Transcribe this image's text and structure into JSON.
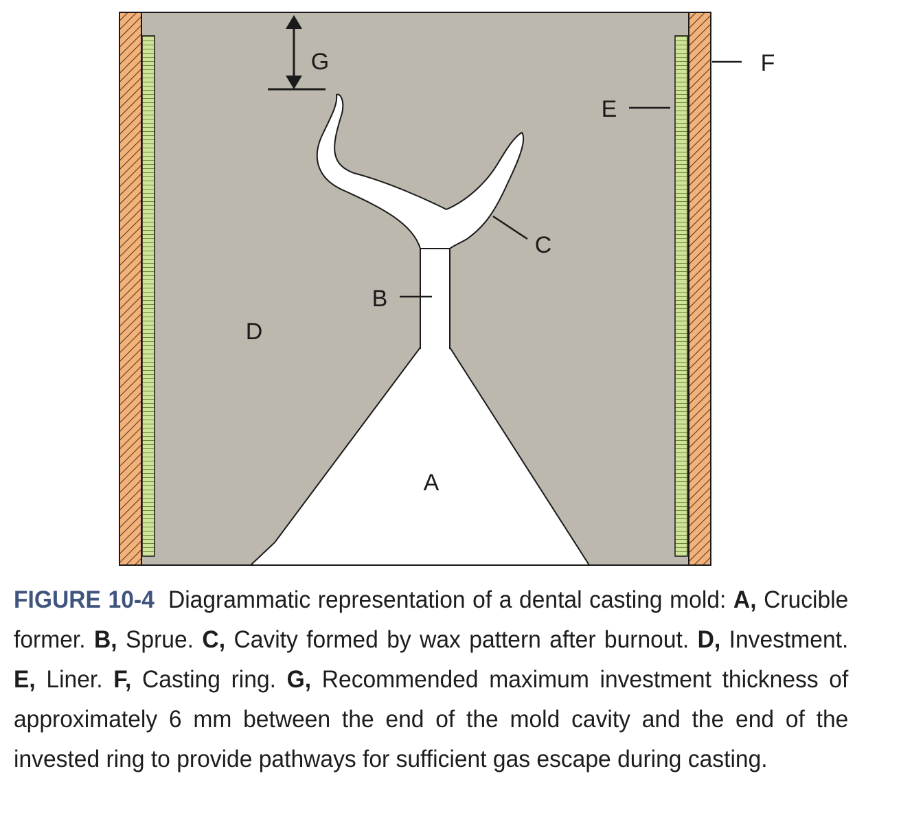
{
  "diagram": {
    "colors": {
      "investment": "#bdb8ae",
      "ring": "#f3b27a",
      "ring_hatch": "#5a3a22",
      "liner": "#cfe39b",
      "outline": "#1a1a1a",
      "cavity": "#ffffff"
    },
    "labels": {
      "A": "A",
      "B": "B",
      "C": "C",
      "D": "D",
      "E": "E",
      "F": "F",
      "G": "G"
    }
  },
  "caption": {
    "figure_label": "FIGURE 10-4",
    "intro": "Diagrammatic representation of a dental casting mold:",
    "items": [
      {
        "key": "A,",
        "text": "Crucible former."
      },
      {
        "key": "B,",
        "text": "Sprue."
      },
      {
        "key": "C,",
        "text": "Cavity formed by wax pattern after burnout."
      },
      {
        "key": "D,",
        "text": "Investment."
      },
      {
        "key": "E,",
        "text": "Liner."
      },
      {
        "key": "F,",
        "text": "Casting ring."
      },
      {
        "key": "G,",
        "text": "Recommended maximum investment thickness of approximately 6 mm between the end of the mold cavity and the end of the invested ring to provide pathways for sufficient gas escape during casting."
      }
    ]
  }
}
